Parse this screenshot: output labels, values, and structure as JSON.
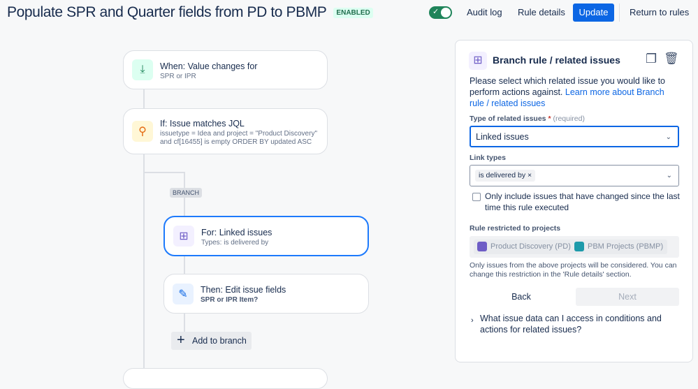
{
  "header": {
    "title": "Populate SPR and Quarter fields from PD to PBMP",
    "status": "ENABLED",
    "toggle_on": true,
    "audit_log": "Audit log",
    "rule_details": "Rule details",
    "update": "Update",
    "return": "Return to rules"
  },
  "flow": {
    "trigger": {
      "title": "When: Value changes for",
      "subtitle": "SPR or IPR",
      "icon": "download-icon"
    },
    "condition": {
      "title": "If: Issue matches JQL",
      "subtitle1": "issuetype = Idea and project = \"Product Discovery\"",
      "subtitle2": "and cf[16455] is empty ORDER BY updated ASC",
      "icon": "search-icon"
    },
    "branch_label": "BRANCH",
    "branch": {
      "title": "For: Linked issues",
      "subtitle": "Types: is delivered by",
      "icon": "hierarchy-icon"
    },
    "action": {
      "title": "Then: Edit issue fields",
      "subtitle": "SPR or IPR Item?",
      "icon": "pencil-icon"
    },
    "add_to_branch": "Add to branch"
  },
  "panel": {
    "title": "Branch rule / related issues",
    "intro": "Please select which related issue you would like to perform actions against.",
    "link": "Learn more about Branch rule / related issues",
    "type_label": "Type of related issues",
    "required_star": "*",
    "required": "(required)",
    "type_value": "Linked issues",
    "link_types_label": "Link types",
    "link_type_tag": "is delivered by",
    "checkbox_label": "Only include issues that have changed since the last time this rule executed",
    "checkbox_checked": false,
    "restricted_label": "Rule restricted to projects",
    "projects": [
      "Product Discovery (PD)",
      "PBM Projects (PBMP)"
    ],
    "restricted_note": "Only issues from the above projects will be considered. You can change this restriction in the 'Rule details' section.",
    "back": "Back",
    "next": "Next",
    "faq": "What issue data can I access in conditions and actions for related issues?"
  },
  "colors": {
    "accent": "#0c66e4",
    "enabled": "#1f845a"
  }
}
